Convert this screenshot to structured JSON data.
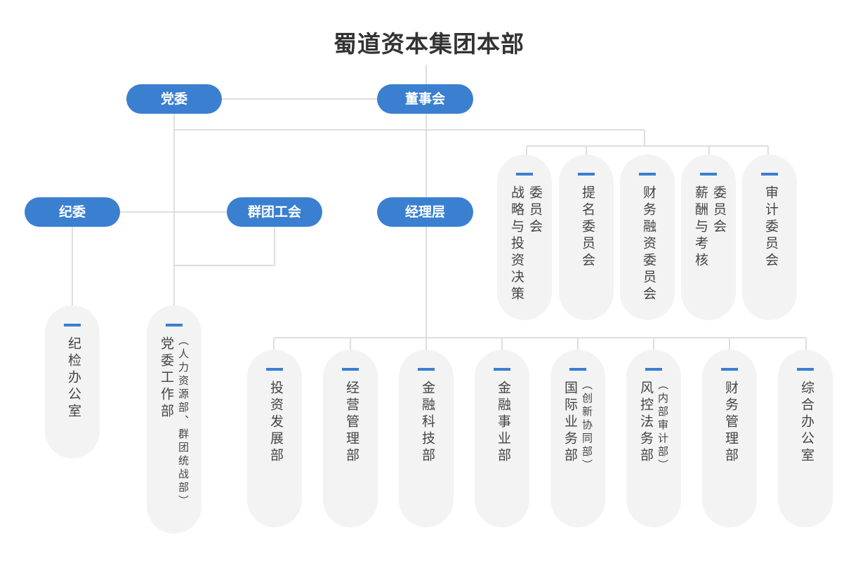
{
  "title": "蜀道资本集团本部",
  "pills": {
    "party": "党委",
    "board": "董事会",
    "discipline": "纪委",
    "union": "群团工会",
    "management": "经理层"
  },
  "committees": [
    {
      "lines": [
        "委员会",
        "战略与投资决策"
      ]
    },
    {
      "lines": [
        "提名委员会"
      ]
    },
    {
      "lines": [
        "财务融资委员会"
      ]
    },
    {
      "lines": [
        "委员会",
        "薪酬与考核"
      ]
    },
    {
      "lines": [
        "审计委员会"
      ]
    }
  ],
  "discipline_office": "纪检办公室",
  "party_work": {
    "main": "党委工作部",
    "sub": "（人力资源部、群团统战部）"
  },
  "departments": [
    {
      "main": "投资发展部"
    },
    {
      "main": "经营管理部"
    },
    {
      "main": "金融科技部"
    },
    {
      "main": "金融事业部"
    },
    {
      "main": "国际业务部",
      "sub": "（创新协同部）"
    },
    {
      "main": "风控法务部",
      "sub": "（内部审计部）"
    },
    {
      "main": "财务管理部"
    },
    {
      "main": "综合办公室"
    }
  ],
  "colors": {
    "accent": "#3a7fd0",
    "card": "#f3f3f3",
    "line": "#dddddd"
  }
}
